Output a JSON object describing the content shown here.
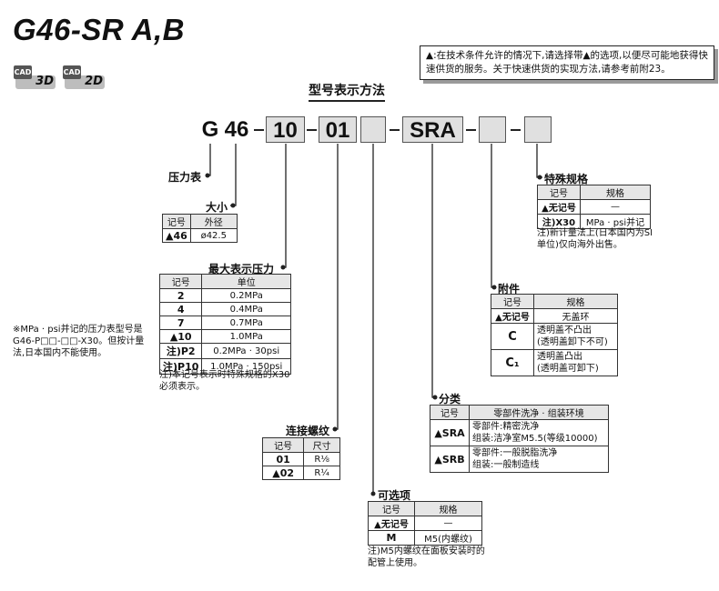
{
  "title": "G46-SR A,B",
  "cad": {
    "badge": "CAD",
    "d3": "3D",
    "d2": "2D"
  },
  "note_box": "▲:在技术条件允许的情况下,请选择带▲的选项,以便尽可能地获得快速供货的服务。关于快速供货的实现方法,请参考前附23。",
  "heading": "型号表示方法",
  "code": {
    "g": "G",
    "n46": "46",
    "d1": "-",
    "s10": "10",
    "d2": "-",
    "s01": "01",
    "d3": "-",
    "sra": "SRA",
    "d4": "-",
    "d5": "-"
  },
  "gauge": {
    "label": "压力表"
  },
  "size": {
    "label": "大小",
    "headers": [
      "记号",
      "外径"
    ],
    "rows": [
      [
        "▲46",
        "ø42.5"
      ]
    ]
  },
  "pressure": {
    "label": "最大表示压力",
    "headers": [
      "记号",
      "单位"
    ],
    "rows": [
      [
        "2",
        "0.2MPa"
      ],
      [
        "4",
        "0.4MPa"
      ],
      [
        "7",
        "0.7MPa"
      ],
      [
        "▲10",
        "1.0MPa"
      ],
      [
        "注)P2",
        "0.2MPa · 30psi"
      ],
      [
        "注)P10",
        "1.0MPa · 150psi"
      ]
    ],
    "note": "注)本记号表示时特殊规格的X30必须表示。",
    "side_note": "※MPa · psi并记的压力表型号是G46-P□□-□□-X30。但按计量法,日本国内不能使用。"
  },
  "thread": {
    "label": "连接螺纹",
    "headers": [
      "记号",
      "尺寸"
    ],
    "rows": [
      [
        "01",
        "R⅛"
      ],
      [
        "▲02",
        "R¼"
      ]
    ]
  },
  "option": {
    "label": "可选项",
    "headers": [
      "记号",
      "规格"
    ],
    "rows": [
      [
        "▲无记号",
        "—"
      ],
      [
        "M",
        "M5(内螺纹)"
      ]
    ],
    "note": "注)M5内螺纹在面板安装时的配管上使用。"
  },
  "classification": {
    "label": "分类",
    "headers": [
      "记号",
      "零部件洗净 · 组装环境"
    ],
    "rows": [
      [
        "▲SRA",
        "零部件:精密洗净",
        "组装:洁净室M5.5(等级10000)"
      ],
      [
        "▲SRB",
        "零部件:一般脱脂洗净",
        "组装:一般制造线"
      ]
    ]
  },
  "accessory": {
    "label": "附件",
    "headers": [
      "记号",
      "规格"
    ],
    "rows": [
      [
        "▲无记号",
        "无盖环",
        ""
      ],
      [
        "C",
        "透明盖不凸出",
        "(透明盖卸下不可)"
      ],
      [
        "C₁",
        "透明盖凸出",
        "(透明盖可卸下)"
      ]
    ]
  },
  "special": {
    "label": "特殊规格",
    "headers": [
      "记号",
      "规格"
    ],
    "rows": [
      [
        "▲无记号",
        "—"
      ],
      [
        "注)X30",
        "MPa · psi并记"
      ]
    ],
    "note": "注)新计量法上(日本国内为SI单位)仅向海外出售。"
  }
}
